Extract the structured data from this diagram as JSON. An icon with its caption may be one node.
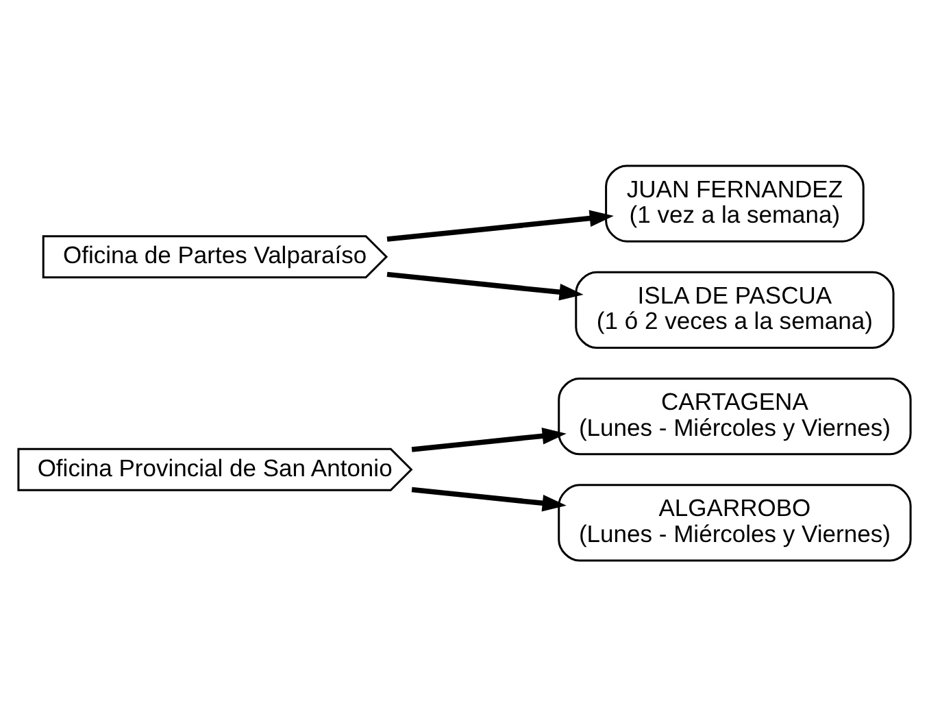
{
  "diagram": {
    "nodes": [
      {
        "text": [
          "Oficina de Partes Valparaíso"
        ]
      },
      {
        "text": [
          "ISLA DE PASCUA",
          "(1 ó 2 veces a la semana)"
        ]
      },
      {
        "text": [
          "JUAN FERNANDEZ",
          "(1 vez a la semana)"
        ]
      },
      {
        "text": [
          "Oficina Provincial de San Antonio"
        ]
      },
      {
        "text": [
          "ALGARROBO",
          "(Lunes - Miércoles y Viernes)"
        ]
      },
      {
        "text": [
          "CARTAGENA",
          "(Lunes - Miércoles y Viernes)"
        ]
      }
    ],
    "edges": [
      {
        "from": 0,
        "to": 1,
        "arrow": "to"
      },
      {
        "from": 0,
        "to": 2,
        "arrow": "to"
      },
      {
        "from": 3,
        "to": 4,
        "arrow": "to"
      },
      {
        "from": 3,
        "to": 5,
        "arrow": "to"
      }
    ]
  }
}
